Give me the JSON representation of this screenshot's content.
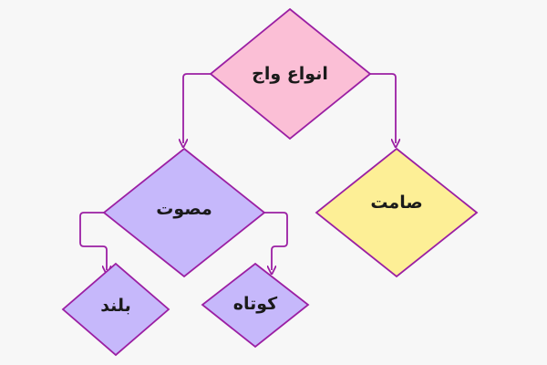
{
  "diagram": {
    "root": {
      "label": "انواع واج",
      "fill": "#fbbfd6",
      "stroke": "#9b1fa3"
    },
    "voiced": {
      "label": "مصوت",
      "fill": "#c6b8fb",
      "stroke": "#9b1fa3"
    },
    "consonant": {
      "label": "صامت",
      "fill": "#fdef96",
      "stroke": "#9b1fa3"
    },
    "long": {
      "label": "بلند",
      "fill": "#c6b8fb",
      "stroke": "#9b1fa3"
    },
    "short": {
      "label": "کوتاه",
      "fill": "#c6b8fb",
      "stroke": "#9b1fa3"
    },
    "connector_color": "#9b1fa3",
    "edges": [
      {
        "from": "root",
        "to": "voiced"
      },
      {
        "from": "root",
        "to": "consonant"
      },
      {
        "from": "voiced",
        "to": "long"
      },
      {
        "from": "voiced",
        "to": "short"
      }
    ]
  }
}
